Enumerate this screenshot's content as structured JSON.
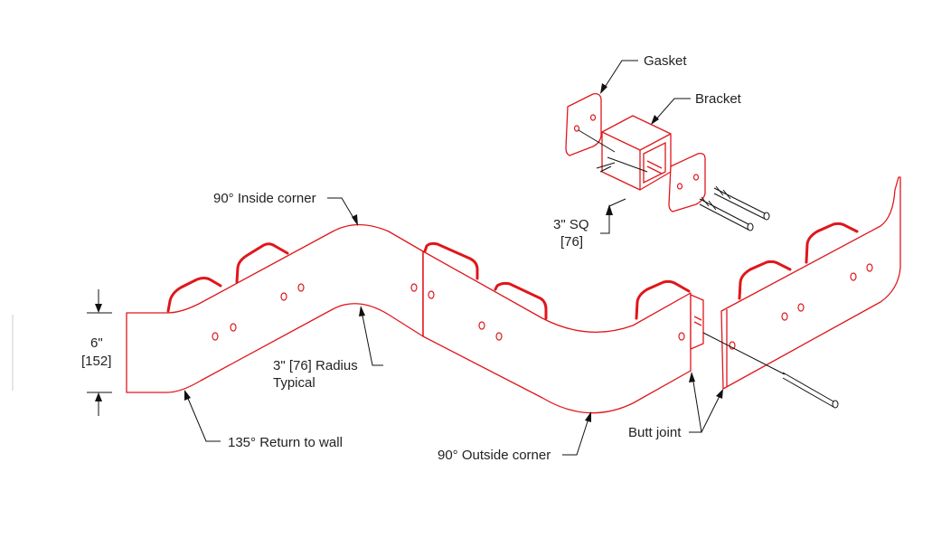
{
  "colors": {
    "part": "#e0161b",
    "leader": "#111111"
  },
  "labels": {
    "gasket": "Gasket",
    "bracket": "Bracket",
    "inside_corner": "90° Inside corner",
    "sq_size": "3\" SQ",
    "sq_metric": "[76]",
    "height": "6\"",
    "height_metric": "[152]",
    "radius_line1": "3\"  [76] Radius",
    "radius_line2": "Typical",
    "return_to_wall": "135° Return to wall",
    "outside_corner": "90° Outside corner",
    "butt_joint": "Butt joint"
  }
}
